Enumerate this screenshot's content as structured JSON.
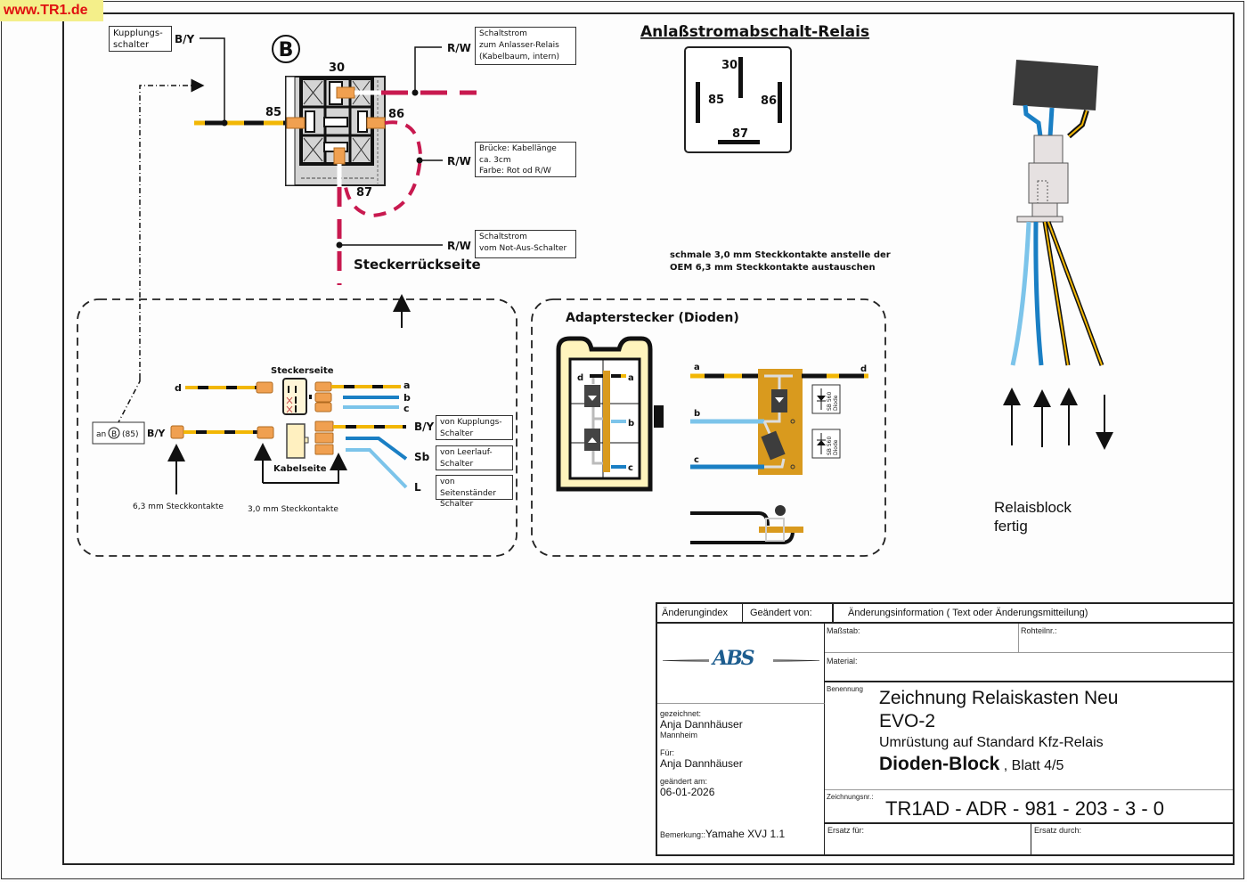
{
  "watermark": "www.TR1.de",
  "relay_wiring": {
    "relay_marker": "B",
    "pin_labels": {
      "p30": "30",
      "p85": "85",
      "p86": "86",
      "p87": "87"
    },
    "kupplung_box": [
      "Kupplungs-",
      "schalter"
    ],
    "wire_by": "B/Y",
    "rw_label_1": "R/W",
    "rw_label_2": "R/W",
    "rw_label_3": "R/W",
    "box_anlasser": [
      "Schaltstrom",
      "zum Anlasser-Relais",
      "(Kabelbaum, intern)"
    ],
    "box_bruecke": [
      "Brücke: Kabellänge",
      "ca. 3cm",
      "Farbe: Rot od R/W"
    ],
    "box_notaus": [
      "Schaltstrom",
      "vom Not-Aus-Schalter"
    ],
    "caption": "Steckerrückseite"
  },
  "standard_relay": {
    "title": "Anlaßstromabschalt-Relais",
    "pins": {
      "p30": "30",
      "p85": "85",
      "p86": "86",
      "p87": "87"
    },
    "note": [
      "schmale 3,0 mm Steckkontakte anstelle der",
      "OEM 6,3 mm Steckkontakte austauschen"
    ]
  },
  "connector_panel": {
    "steckerseite": "Steckerseite",
    "kabelseite": "Kabelseite",
    "wire_d": "d",
    "wire_a": "a",
    "wire_b": "b",
    "wire_c": "c",
    "an_box": {
      "prefix": "an",
      "marker": "B",
      "suffix": "(85)"
    },
    "by_left": "B/Y",
    "by_right": "B/Y",
    "sb": "Sb",
    "l": "L",
    "box_kupplung": [
      "von Kupplungs-",
      "Schalter"
    ],
    "box_leerlauf": [
      "von Leerlauf-",
      "Schalter"
    ],
    "box_seiten": [
      "von Seitenständer",
      "Schalter"
    ],
    "note_63": "6,3 mm Steckkontakte",
    "note_30": "3,0 mm Steckkontakte"
  },
  "adapter_panel": {
    "title": "Adapterstecker (Dioden)",
    "labels": {
      "d": "d",
      "a": "a",
      "b": "b",
      "c": "c"
    },
    "diode_label": "SB 560",
    "diode_word": "Diode"
  },
  "finished_block": {
    "caption": [
      "Relaisblock",
      "fertig"
    ]
  },
  "colors": {
    "black": "#111111",
    "yellow": "#f2b705",
    "red_white": "#c8194f",
    "blue": "#1a7fc4",
    "light_blue": "#7cc4ea",
    "orange_terminal": "#f0a050",
    "pcb": "#d99a1e",
    "logo_blue": "#1d5d8f"
  },
  "title_block": {
    "col_index": "Änderungindex",
    "col_by": "Geändert von:",
    "col_info": "Änderungsinformation ( Text oder Änderungsmitteilung)",
    "massstab_label": "Maßstab:",
    "rohteil_label": "Rohteilnr.:",
    "material_label": "Material:",
    "benennung_label": "Benennung",
    "title_line1": "Zeichnung Relaiskasten Neu",
    "title_line2": "EVO-2",
    "title_line3": "Umrüstung auf Standard Kfz-Relais",
    "title_line4_bold": "Dioden-Block",
    "title_line4_rest": " , Blatt 4/5",
    "logo_text": "ABS",
    "gezeichnet_label": "gezeichnet:",
    "gezeichnet_name": "Anja Dannhäuser",
    "gezeichnet_city": "Mannheim",
    "fuer_label": "Für:",
    "fuer_name": "Anja Dannhäuser",
    "geaendert_label": "geändert am:",
    "geaendert_date": "06-01-2026",
    "zeichnungsnr_label": "Zeichnungsnr.:",
    "zeichnungsnr": "TR1AD - ADR - 981 - 203 - 3 - 0",
    "bemerkung_label": "Bemerkung::",
    "bemerkung_value": "Yamahe XVJ 1.1",
    "ersatz_fuer_label": "Ersatz für:",
    "ersatz_durch_label": "Ersatz durch:"
  }
}
